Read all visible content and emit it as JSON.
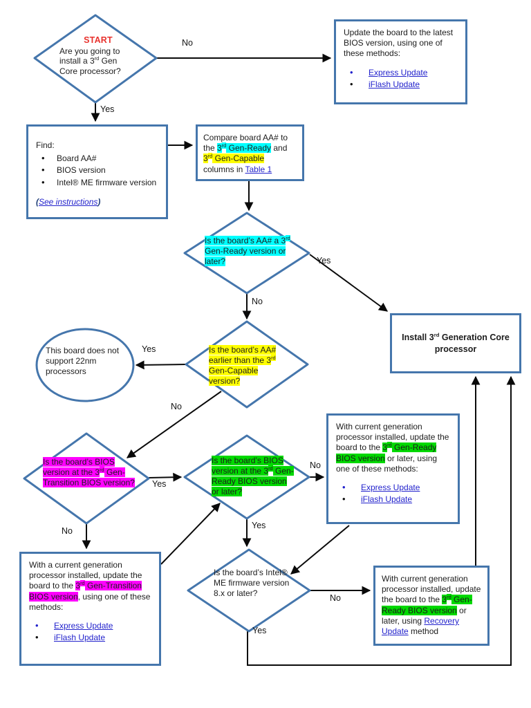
{
  "colors": {
    "cyan": "#00ffff",
    "yellow": "#ffff00",
    "magenta": "#ff00ff",
    "green": "#00d900",
    "border_blue": "#4576ac",
    "link_blue": "#2222cc",
    "start_red": "#e8322d"
  },
  "glyphs": {
    "bullet": "•"
  },
  "labels": {
    "yes": "Yes",
    "no": "No"
  },
  "nodes": {
    "start": {
      "title": "START",
      "body": [
        {
          "t": "Are you going to install a 3"
        },
        {
          "t": "rd",
          "sup": 1
        },
        {
          "t": " Gen Core processor?"
        }
      ]
    },
    "update_latest": {
      "body": [
        {
          "t": "Update the board to the latest BIOS version, using one of these methods:"
        }
      ],
      "bullets": [
        {
          "label": "Express Update"
        },
        {
          "label": "iFlash Update"
        }
      ]
    },
    "find": {
      "heading": "Find:",
      "items": [
        "Board AA#",
        "BIOS version",
        "Intel® ME firmware version"
      ],
      "see_open": "(",
      "see_link": "See instructions",
      "see_close": ")"
    },
    "compare": {
      "body": [
        {
          "t": "Compare board AA# to the "
        },
        {
          "t": "3",
          "hl": "cyan"
        },
        {
          "t": "rd",
          "sup": 1,
          "hl": "cyan"
        },
        {
          "t": " Gen-Ready",
          "hl": "cyan"
        },
        {
          "t": " and "
        },
        {
          "t": "3",
          "hl": "yellow"
        },
        {
          "t": "rd",
          "sup": 1,
          "hl": "yellow"
        },
        {
          "t": " Gen-Capable",
          "hl": "yellow"
        },
        {
          "t": " columns in "
        },
        {
          "t": "Table 1",
          "link": 1,
          "name": "table-1-link"
        }
      ]
    },
    "aa_ready_q": {
      "body": [
        {
          "t": "Is the board’s AA# a 3",
          "hl": "cyan"
        },
        {
          "t": "rd",
          "sup": 1,
          "hl": "cyan"
        },
        {
          "t": " Gen-Ready version or later?",
          "hl": "cyan"
        }
      ]
    },
    "install": {
      "body": [
        {
          "t": "Install 3",
          "b": 1
        },
        {
          "t": "rd",
          "sup": 1,
          "b": 1
        },
        {
          "t": " Generation Core processor",
          "b": 1
        }
      ]
    },
    "not22nm": {
      "body": [
        {
          "t": "This board does not support 22nm processors"
        }
      ]
    },
    "aa_capable_q": {
      "body": [
        {
          "t": "Is the board’s AA# earlier than the 3",
          "hl": "yellow"
        },
        {
          "t": "rd",
          "sup": 1,
          "hl": "yellow"
        },
        {
          "t": " Gen-Capable version?",
          "hl": "yellow"
        }
      ]
    },
    "bios_transition_q": {
      "body": [
        {
          "t": "Is the board’s BIOS version at the 3",
          "hl": "magenta"
        },
        {
          "t": "rd",
          "sup": 1,
          "hl": "magenta"
        },
        {
          "t": " Gen-Transition BIOS version?",
          "hl": "magenta"
        }
      ]
    },
    "bios_ready_q": {
      "body": [
        {
          "t": "Is the board’s BIOS version at the 3",
          "hl": "green"
        },
        {
          "t": "rd",
          "sup": 1,
          "hl": "green"
        },
        {
          "t": " Gen-Ready BIOS version or later?",
          "hl": "green"
        }
      ]
    },
    "update_genready": {
      "body": [
        {
          "t": "With current generation processor installed, update the board to the "
        },
        {
          "t": "3",
          "hl": "green"
        },
        {
          "t": "rd",
          "sup": 1,
          "hl": "green"
        },
        {
          "t": " Gen-Ready BIOS version",
          "hl": "green"
        },
        {
          "t": " or later, using one of these methods:"
        }
      ],
      "bullets": [
        {
          "label": "Express Update"
        },
        {
          "label": "iFlash Update"
        }
      ]
    },
    "update_transition": {
      "body": [
        {
          "t": "With a current generation processor installed, update the board to the "
        },
        {
          "t": "3",
          "hl": "magenta"
        },
        {
          "t": "rd",
          "sup": 1,
          "hl": "magenta"
        },
        {
          "t": " Gen-Transition BIOS version",
          "hl": "magenta"
        },
        {
          "t": ", using one of these methods:"
        }
      ],
      "bullets": [
        {
          "label": "Express Update"
        },
        {
          "label": "iFlash Update"
        }
      ]
    },
    "me_firmware_q": {
      "body": [
        {
          "t": "Is the board’s Intel® ME firmware version 8.x or later?"
        }
      ]
    },
    "update_recovery": {
      "body": [
        {
          "t": "With current generation processor installed, update the board to the "
        },
        {
          "t": "3",
          "hl": "green"
        },
        {
          "t": "rd",
          "sup": 1,
          "hl": "green"
        },
        {
          "t": " Gen-Ready BIOS version",
          "hl": "green"
        },
        {
          "t": " or later, using "
        },
        {
          "t": "Recovery Update",
          "link": 1,
          "name": "recovery-update-link"
        },
        {
          "t": " method"
        }
      ]
    }
  }
}
